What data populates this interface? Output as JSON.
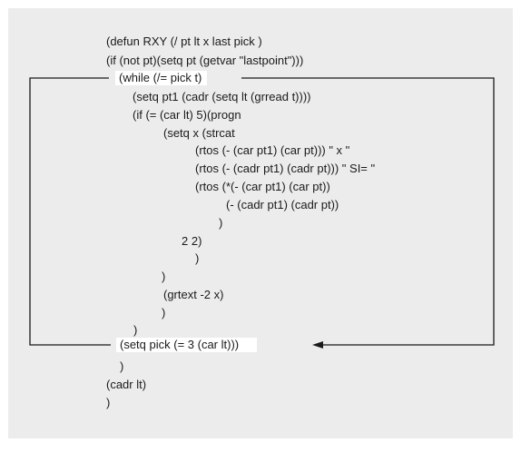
{
  "code_lines": [
    "(defun RXY (/ pt lt x last pick )",
    "(if (not pt)(setq pt (getvar \"lastpoint\")))",
    "(while (/= pick t)",
    "(setq pt1 (cadr (setq lt (grread t))))",
    "(if (= (car lt) 5)(progn",
    "(setq x (strcat",
    "(rtos (- (car pt1) (car pt))) \" x \"",
    "(rtos (- (cadr pt1) (cadr pt))) \" SI= \"",
    "(rtos (*(- (car pt1) (car pt))",
    "(- (cadr pt1) (cadr pt))",
    ")",
    "2 2)",
    ")",
    ")",
    "(grtext -2 x)",
    ")",
    ")",
    "(setq pick (= 3 (car lt)))",
    ")",
    "(cadr lt)",
    ")"
  ],
  "colors": {
    "panel_background": "#ececec",
    "line_color": "#1a1a1a"
  }
}
